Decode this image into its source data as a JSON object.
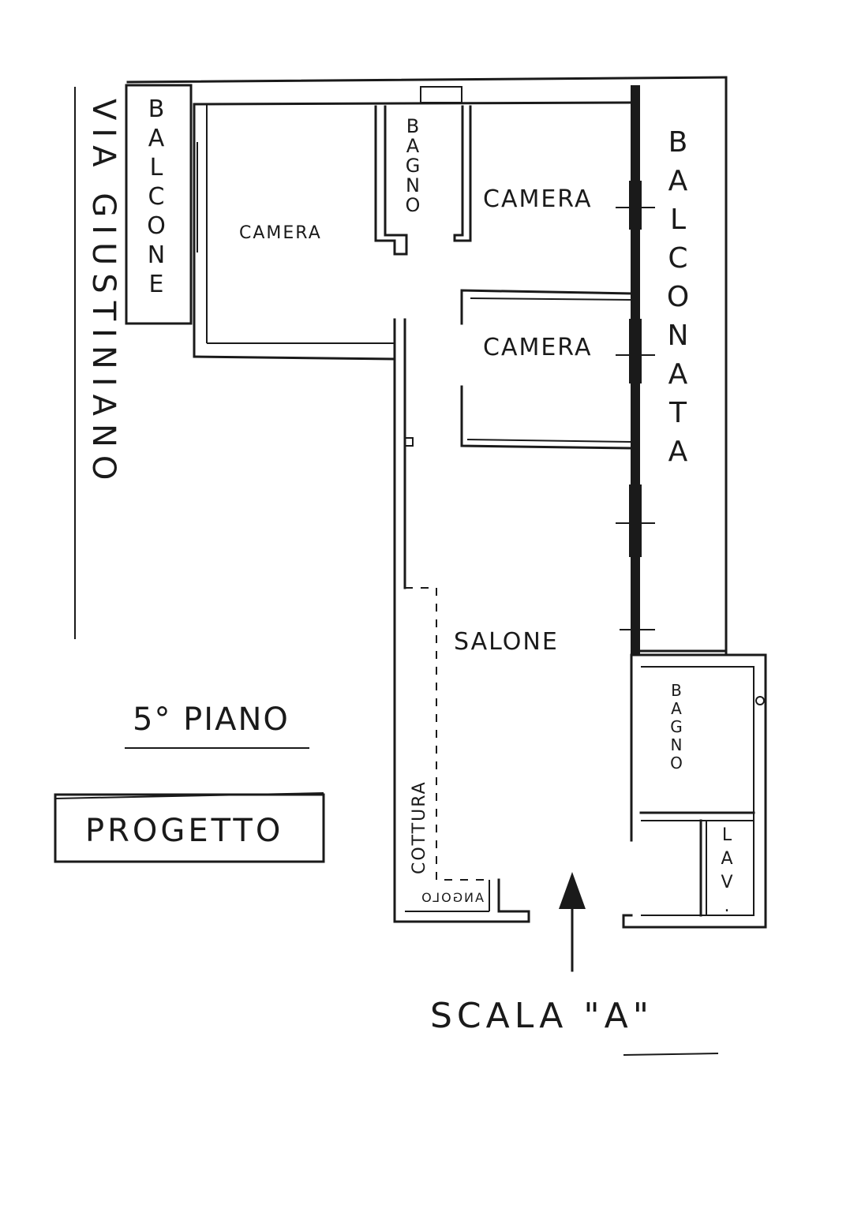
{
  "street": "VIA GIUSTINIANO",
  "floor": "5° PIANO",
  "stamp": "PROGETTO",
  "staircase": "SCALA \"A\"",
  "rooms": {
    "balcone": "BALCONE",
    "camera_1": "CAMERA",
    "bagno_1": "BAGNO",
    "camera_2": "CAMERA",
    "camera_3": "CAMERA",
    "balconata": "BALCONATA",
    "salone": "SALONE",
    "bagno_2": "BAGNO",
    "cottura": "COTTURA",
    "angolo": "ANGOLO",
    "lav": "LAV."
  }
}
